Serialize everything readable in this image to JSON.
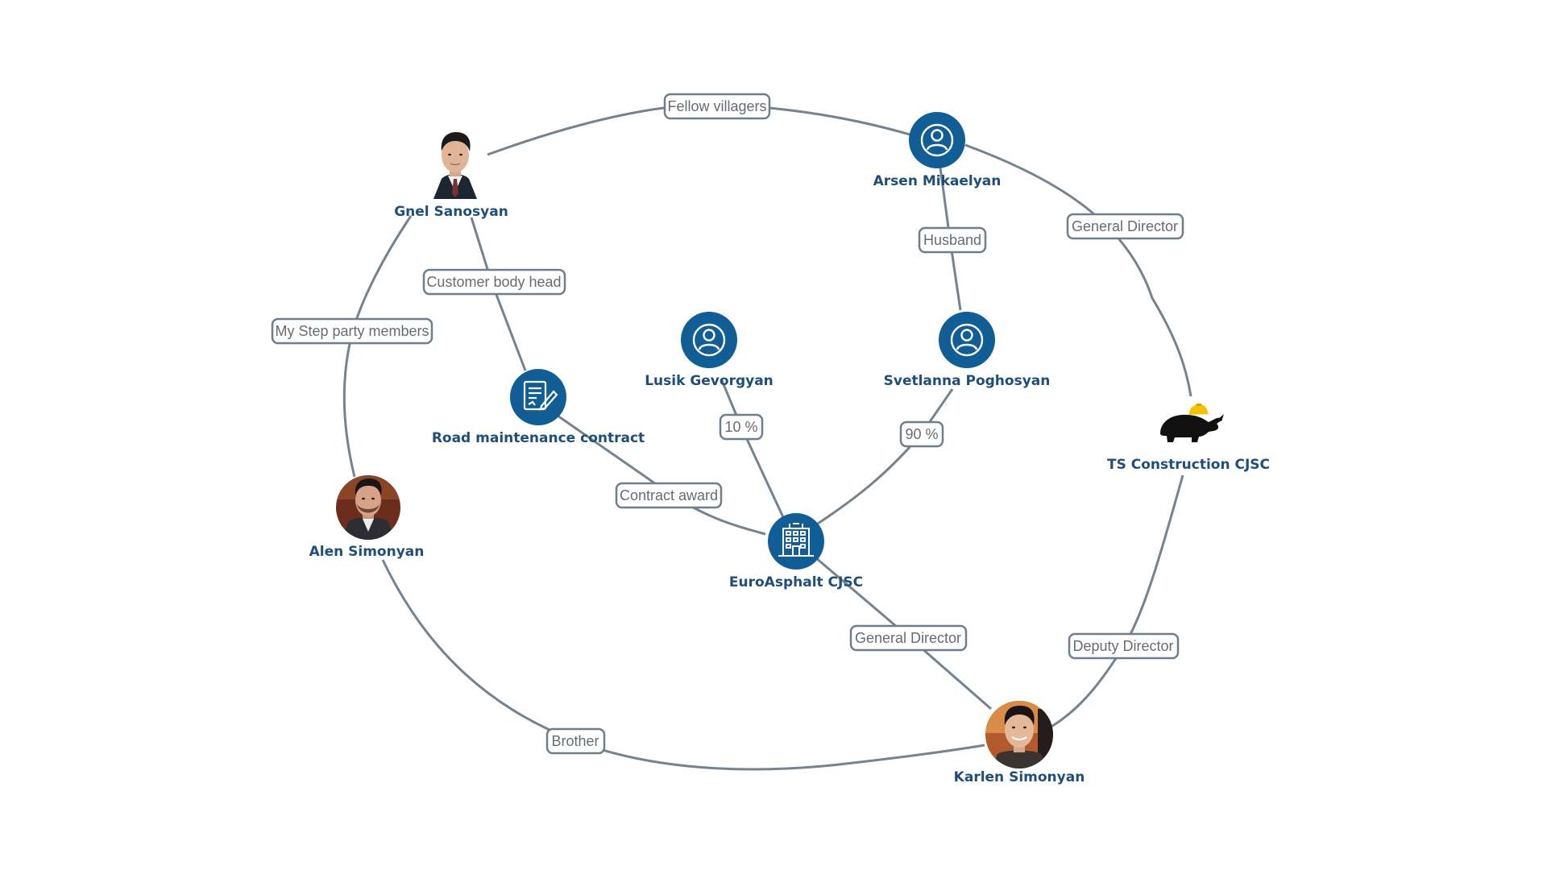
{
  "colors": {
    "node_fill": "#115e97",
    "label_text": "#1f4e79",
    "edge_stroke": "#75838f",
    "edge_label_text": "#666c72"
  },
  "nodes": {
    "gnel": {
      "label": "Gnel Sanosyan",
      "kind": "photo"
    },
    "arsen": {
      "label": "Arsen Mikaelyan",
      "kind": "person",
      "icon": "person-icon"
    },
    "lusik": {
      "label": "Lusik Gevorgyan",
      "kind": "person",
      "icon": "person-icon"
    },
    "svetlanna": {
      "label": "Svetlanna Poghosyan",
      "kind": "person",
      "icon": "person-icon"
    },
    "contract": {
      "label": "Road maintenance contract",
      "kind": "document",
      "icon": "contract-document-icon"
    },
    "euro": {
      "label": "EuroAsphalt CJSC",
      "kind": "company",
      "icon": "building-icon"
    },
    "alen": {
      "label": "Alen Simonyan",
      "kind": "photo"
    },
    "karlen": {
      "label": "Karlen Simonyan",
      "kind": "photo"
    },
    "ts": {
      "label": "TS Construction CJSC",
      "kind": "logo",
      "icon": "rhino-logo-icon"
    }
  },
  "edges": {
    "fellow_villagers": {
      "label": "Fellow villagers"
    },
    "general_director_ts": {
      "label": "General Director"
    },
    "husband": {
      "label": "Husband"
    },
    "customer_body_head": {
      "label": "Customer body head"
    },
    "my_step": {
      "label": "My Step party members"
    },
    "ten_pct": {
      "label": "10 %"
    },
    "ninety_pct": {
      "label": "90 %"
    },
    "contract_award": {
      "label": "Contract award"
    },
    "general_director_euro": {
      "label": "General Director"
    },
    "deputy_director": {
      "label": "Deputy Director"
    },
    "brother": {
      "label": "Brother"
    }
  }
}
